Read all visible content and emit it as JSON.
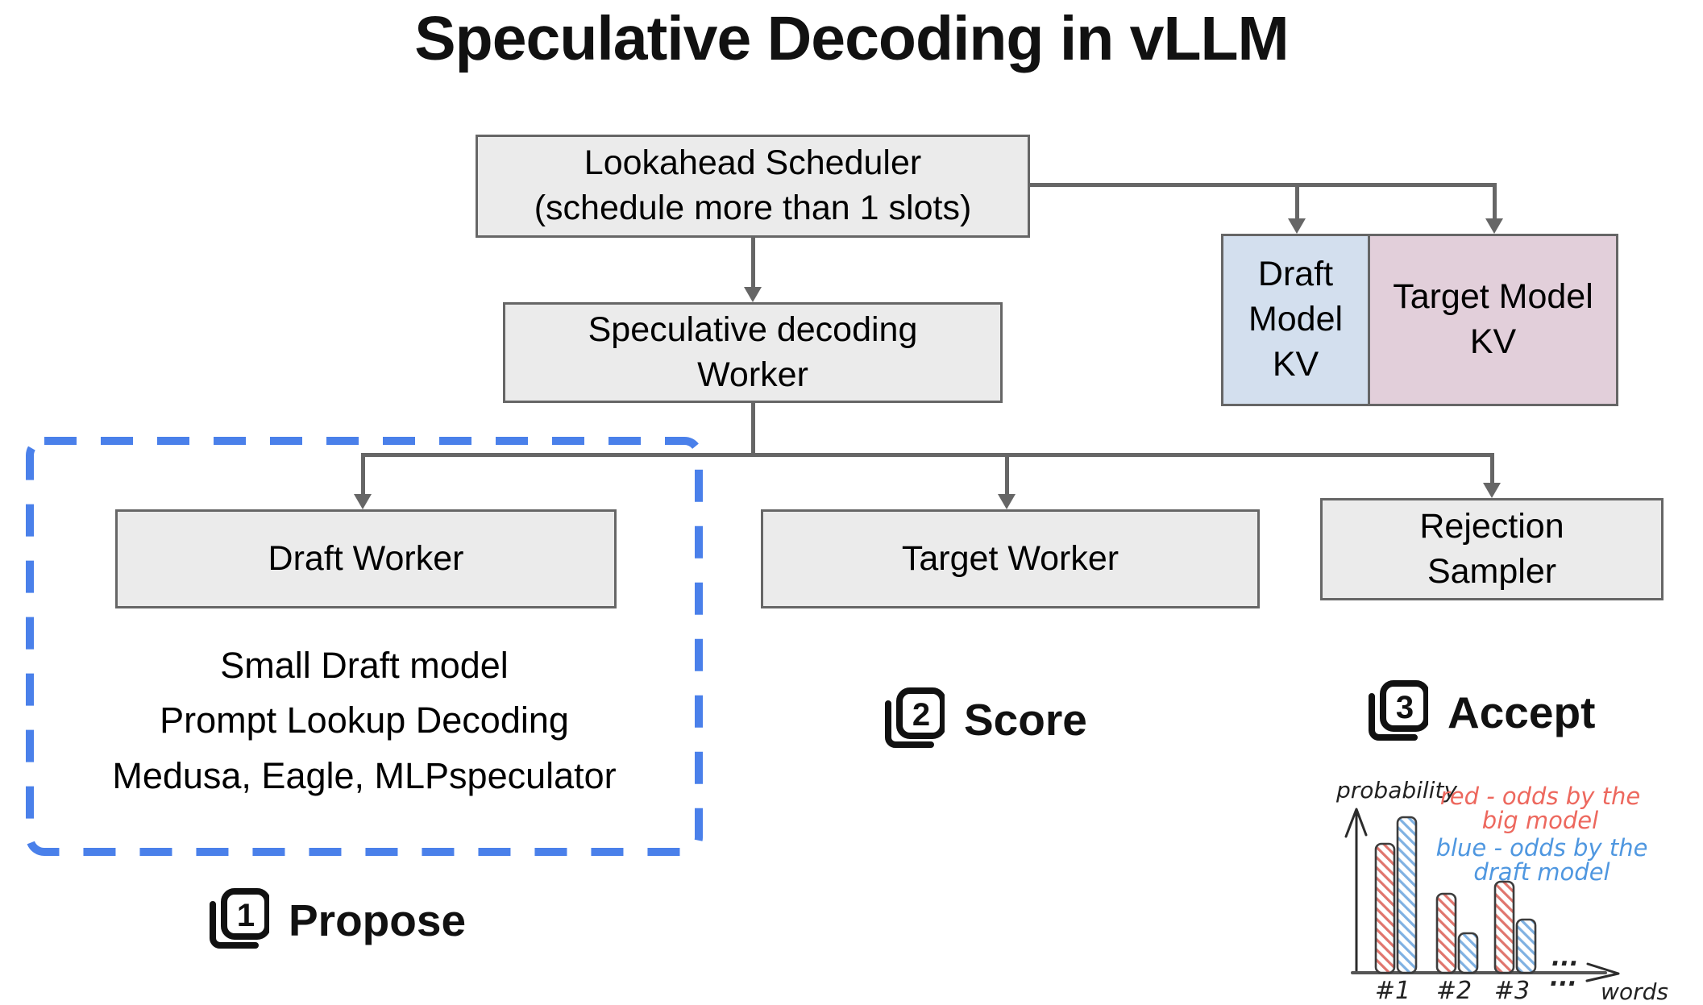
{
  "title": "Speculative Decoding in vLLM",
  "colors": {
    "box_fill": "#ebebeb",
    "box_border": "#666666",
    "draft_kv_fill": "#d3dfee",
    "target_kv_fill": "#e2cfda",
    "dashed_border": "#4a80ea",
    "connector": "#666666",
    "annotation_red": "#ed685e",
    "annotation_blue": "#4f97e0",
    "bar_red_hatch": "#e0756d",
    "bar_blue_hatch": "#7fb1e2",
    "bar_outline": "#3d3d3d"
  },
  "nodes": {
    "lookahead_scheduler": {
      "line1": "Lookahead Scheduler",
      "line2": "(schedule more than 1 slots)"
    },
    "spec_decoding_worker": {
      "line1": "Speculative decoding",
      "line2": "Worker"
    },
    "draft_model_kv": {
      "line1": "Draft",
      "line2": "Model",
      "line3": "KV"
    },
    "target_model_kv": {
      "line1": "Target Model",
      "line2": "KV"
    },
    "draft_worker": {
      "label": "Draft Worker"
    },
    "target_worker": {
      "label": "Target Worker"
    },
    "rejection_sampler": {
      "line1": "Rejection",
      "line2": "Sampler"
    }
  },
  "draft_methods": {
    "line1": "Small Draft model",
    "line2": "Prompt Lookup Decoding",
    "line3": "Medusa, Eagle, MLPspeculator"
  },
  "steps": {
    "propose": {
      "number": "1",
      "label": "Propose"
    },
    "score": {
      "number": "2",
      "label": "Score"
    },
    "accept": {
      "number": "3",
      "label": "Accept"
    }
  },
  "chart_data": {
    "type": "bar",
    "title": "",
    "ylabel": "probability",
    "xlabel": "words",
    "ylim": [
      0,
      1
    ],
    "grid": false,
    "categories": [
      "#1",
      "#2",
      "#3"
    ],
    "series": [
      {
        "name": "red - odds by the big model",
        "color": "#e0756d",
        "values": [
          0.78,
          0.48,
          0.55
        ]
      },
      {
        "name": "blue - odds by the draft model",
        "color": "#7fb1e2",
        "values": [
          0.94,
          0.24,
          0.32
        ]
      }
    ],
    "legend": {
      "red_line1": "red - odds by the",
      "red_line2": "big model",
      "blue_line1": "blue - odds by the",
      "blue_line2": "draft model"
    },
    "ellipsis_above_axis": "...",
    "ellipsis_below_axis": "..."
  }
}
